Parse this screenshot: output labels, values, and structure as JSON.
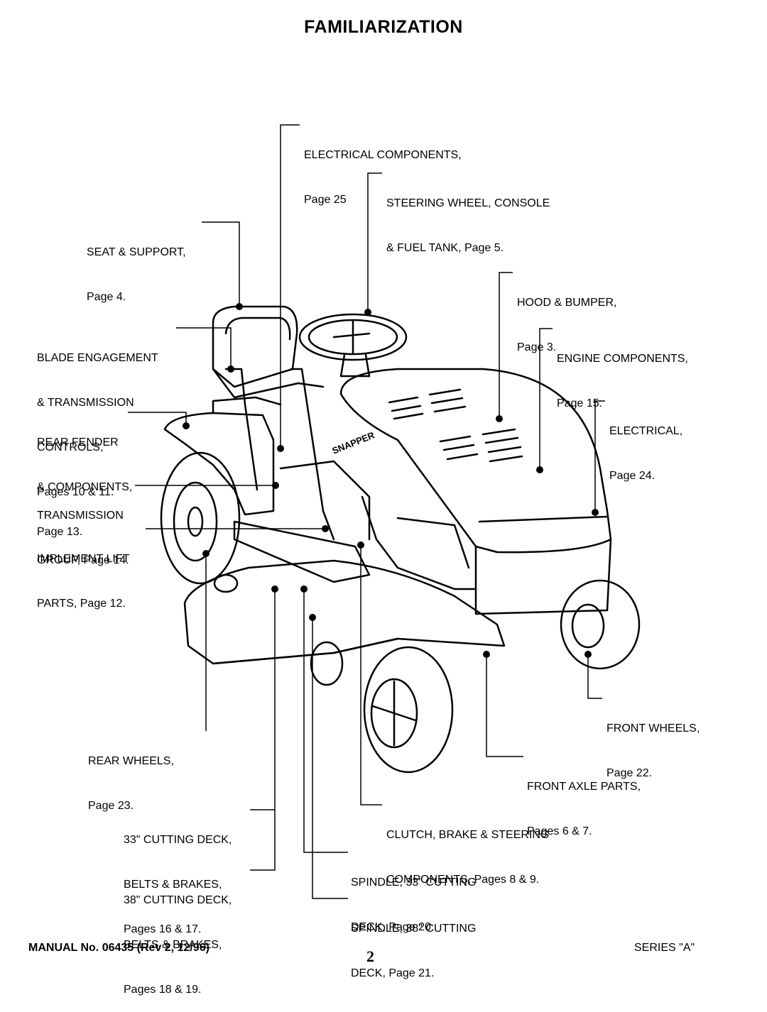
{
  "title": "FAMILIARIZATION",
  "labels": {
    "electrical_components": [
      "ELECTRICAL COMPONENTS,",
      "Page 25"
    ],
    "steering_wheel": [
      "STEERING WHEEL, CONSOLE",
      "& FUEL TANK, Page 5."
    ],
    "seat_support": [
      "SEAT & SUPPORT,",
      "Page 4."
    ],
    "hood_bumper": [
      "HOOD & BUMPER,",
      "Page 3."
    ],
    "blade_engagement": [
      "BLADE ENGAGEMENT",
      "& TRANSMISSION",
      "CONTROLS,",
      "Pages 10 & 11."
    ],
    "engine_components": [
      "ENGINE COMPONENTS,",
      "Page 15."
    ],
    "electrical": [
      "ELECTRICAL,",
      "Page 24."
    ],
    "rear_fender": [
      "REAR FENDER",
      "& COMPONENTS,",
      "Page 13."
    ],
    "transmission_group": [
      "TRANSMISSION",
      "GROUP, Page 14."
    ],
    "implement_lift": [
      "IMPLEMENT LIFT",
      "PARTS, Page 12."
    ],
    "front_wheels": [
      "FRONT WHEELS,",
      "Page 22."
    ],
    "rear_wheels": [
      "REAR WHEELS,",
      "Page 23."
    ],
    "front_axle": [
      "FRONT AXLE PARTS,",
      "Pages 6 & 7."
    ],
    "deck_33": [
      "33\" CUTTING DECK,",
      "BELTS & BRAKES,",
      "Pages 16 & 17."
    ],
    "clutch_brake": [
      "CLUTCH, BRAKE & STEERING",
      "COMPONENTS, Pages 8 & 9."
    ],
    "spindle_33": [
      "SPINDLE, 33\" CUTTING",
      "DECK, Page 20."
    ],
    "deck_38": [
      "38\" CUTTING DECK,",
      "BELTS & BRAKES,",
      "Pages 18 & 19."
    ],
    "spindle_38": [
      "SPINDLE, 38\" CUTTING",
      "DECK, Page 21."
    ]
  },
  "hood_brand": "SNAPPER",
  "footer": {
    "manual": "MANUAL No. 06435 (Rev 2, 12/96)",
    "page_number": "2",
    "series": "SERIES \"A\""
  }
}
